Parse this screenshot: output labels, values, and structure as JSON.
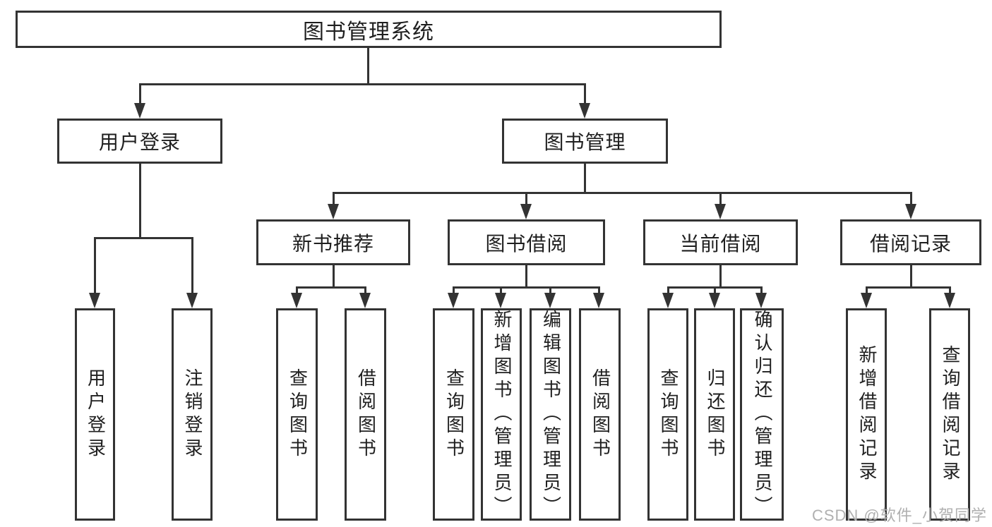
{
  "colors": {
    "line": "#333333",
    "box_border": "#333333",
    "text": "#1f1f1f",
    "watermark": "#b0b0b0",
    "background": "#ffffff"
  },
  "diagram": {
    "root": "图书管理系统",
    "user_login": {
      "label": "用户登录",
      "children": [
        "用户登录",
        "注销登录"
      ]
    },
    "book_mgmt": {
      "label": "图书管理",
      "children": {
        "new_books": {
          "label": "新书推荐",
          "children": [
            "查询图书",
            "借阅图书"
          ]
        },
        "book_borrow": {
          "label": "图书借阅",
          "children": [
            "查询图书",
            "新增图书（管理员）",
            "编辑图书（管理员）",
            "借阅图书"
          ]
        },
        "current_borrow": {
          "label": "当前借阅",
          "children": [
            "查询图书",
            "归还图书",
            "确认归还（管理员）"
          ]
        },
        "borrow_records": {
          "label": "借阅记录",
          "children": [
            "新增借阅记录",
            "查询借阅记录"
          ]
        }
      }
    }
  },
  "watermark": {
    "text": "CSDN @软件_小贺同学"
  }
}
